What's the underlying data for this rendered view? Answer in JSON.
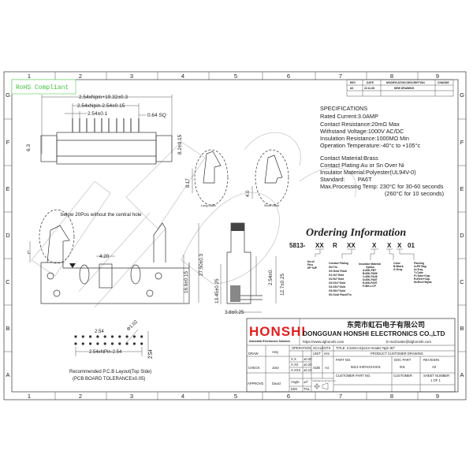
{
  "frame": {
    "columns": [
      "1",
      "2",
      "3",
      "4",
      "5",
      "6",
      "7",
      "8",
      "9"
    ],
    "rows": [
      "G",
      "F",
      "E",
      "D",
      "C",
      "B",
      "A"
    ]
  },
  "rohs_label": "RoHS Compliant",
  "revision_table": {
    "headers": [
      "REV",
      "DATE",
      "MODIFICATION DESCRIPTION",
      "CHANGE"
    ],
    "rows": [
      [
        "A0",
        "22.11.08",
        "NEW DRAWING",
        ""
      ]
    ]
  },
  "specifications": {
    "title": "SPECIFICATIONS",
    "lines": [
      "Rated Current:3.0AMP",
      "Contact Resistance:20mΩ Max",
      "Withstand Voltage:1000V AC/DC",
      "Insulation Resistance:1000MΩ Min",
      "Operation Temperature:-40°c to +105°c"
    ],
    "materials": [
      "Contact Material:Brass",
      "Contact Plating:Au or Sn Over Ni",
      "Insulator Material:Polyester(UL94V-0)",
      "Standard:        PA6T",
      "Max.Processing Temp: 230°C for 30-60 seconds",
      "(260°C for 10 seconds)"
    ]
  },
  "top_view": {
    "dims": [
      "2.54xNpin+19.32±0.3",
      "2.54xNpin-2.54±0.15",
      "2.54±0.1",
      "0.64 SQ",
      "6.3",
      "8.2±0.15"
    ]
  },
  "latch_views": {
    "long_label": "Long Latch",
    "short_label": "Short Latch",
    "long_dim": "8.17",
    "short_dim": "4.0"
  },
  "front_view": {
    "note": "below 20Pos without the central hole",
    "dims": [
      "L",
      "4.20",
      "16.6±0.15",
      "27.50±0.3"
    ]
  },
  "side_view": {
    "dims": [
      "13.45±0.25",
      "2.54±0.",
      "12.7±0.25",
      "3.8±0.25"
    ]
  },
  "ordering": {
    "title": "Ordering Information",
    "code": [
      "5813-",
      "XX",
      "R",
      "XX",
      "X",
      "X",
      "X",
      "01"
    ],
    "pins": [
      "No.of",
      "Pins",
      "6P~64P"
    ],
    "plating": [
      "Contact Plating",
      "SN:Tin",
      "G0:Gold Flash",
      "G1:3U\"Gold",
      "G2:5U\"Gold",
      "G3:10U\"Gold",
      "G4:15U\"Gold",
      "G5:30U\"Gold",
      "S0:Gold Flash/Tin"
    ],
    "insulator": [
      "Insulator Material",
      "Option",
      "A=BK-PBT",
      "B=BK-PA66",
      "C=BK-PA46",
      "D=BK-PA6T",
      "E=BK-PA9T",
      "F=BK-LCP"
    ],
    "color": [
      "Color",
      "B:Black",
      "G:Gray"
    ],
    "packing": [
      "Packing",
      "0=PE Bag",
      "A=Tray",
      "T=Tube",
      "P=Tube+Cap",
      "R=Reel+Cap",
      "M=Reel+Mylar"
    ]
  },
  "pcb_layout": {
    "dims": [
      "2.54",
      "Φ1.02",
      "2.54xNPin-2.54",
      "2.54"
    ],
    "caption1": "Recommended P.C.B Layout(Top Side)",
    "caption2": "(PCB BOARD TOLERANCE±0.05)"
  },
  "title_block": {
    "logo": "HONSHI",
    "logo_sub": "Industrial Electronics Solution",
    "company_cn": "东莞市虹石电子有限公司",
    "company_en": "DONGGUAN HONSHI ELECTRONICS CO.,LTD",
    "website": "https://www.dghonshi.com",
    "email": "E-mail:sales@dghonshi.com",
    "drawn_label": "DRAW",
    "drawn": "Amy",
    "check_label": "CHECK",
    "check": "Jose",
    "approve_label": "APPROVE",
    "approve": "David",
    "operation": "OPERATION",
    "tolerances": [
      [
        "X.X",
        "±0.30"
      ],
      [
        "X.XX",
        "±0.20"
      ],
      [
        "X.XXX",
        "±0.10"
      ],
      [
        "Angle",
        "±3°"
      ],
      [
        "DIM",
        "TOL"
      ]
    ],
    "scale_label": "SCALE",
    "scale": "NTS",
    "unit_label": "UNIT",
    "unit": "mm",
    "size_label": "SIZE",
    "size": "A4",
    "projection_label": "THIRD ANGLE PROJECTION",
    "title": "TITLE: 2.54mm  Ejector  Header  Npin  90°",
    "drawing_type": "PRODUCT CUSTOMER DRAWING",
    "part_no_label": "PART NO.",
    "part_no": "5813-XXRXXXXX01",
    "doc_part_label": "DOC PART",
    "doc_part": "001",
    "revision_label": "REVISION",
    "revision": "A0",
    "customer_part_label": "CUSTOMER PART NO.",
    "customer_label": "CUSTOMER",
    "sheet_label": "SHEET NUMBER",
    "sheet": "1 OF 1"
  }
}
